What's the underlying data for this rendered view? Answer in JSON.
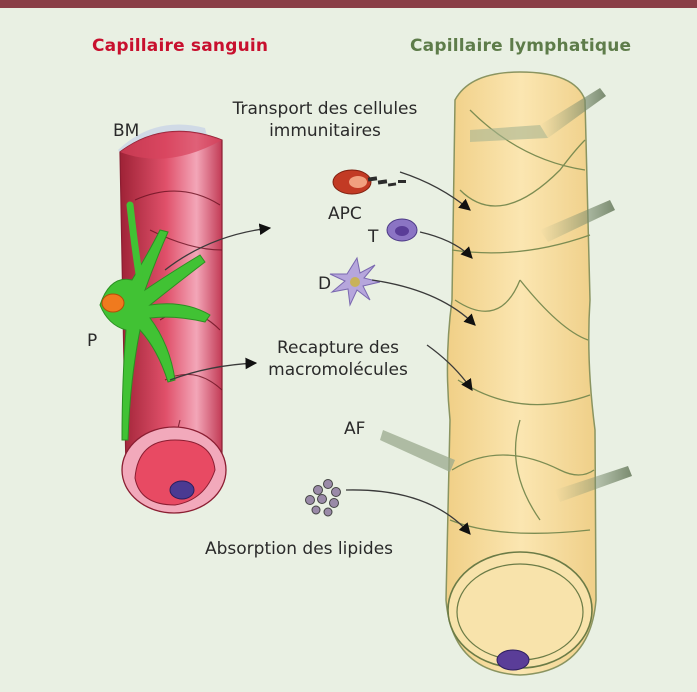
{
  "titles": {
    "blood": "Capillaire sanguin",
    "lymph": "Capillaire lymphatique"
  },
  "labels": {
    "bm": "BM",
    "p": "P",
    "apc": "APC",
    "t": "T",
    "d": "D",
    "af": "AF",
    "transport_line1": "Transport des cellules",
    "transport_line2": "immunitaires",
    "recapture_line1": "Recapture des",
    "recapture_line2": "macromolécules",
    "absorption": "Absorption des lipides"
  },
  "colors": {
    "blood_title": "#c8102e",
    "lymph_title": "#5e7c4a",
    "background": "#e9f0e3",
    "top_bar": "#8a3f47",
    "vessel_red": "#c9384f",
    "pericyte_green": "#3fbf3a",
    "lymph_body": "#f6dea0"
  }
}
